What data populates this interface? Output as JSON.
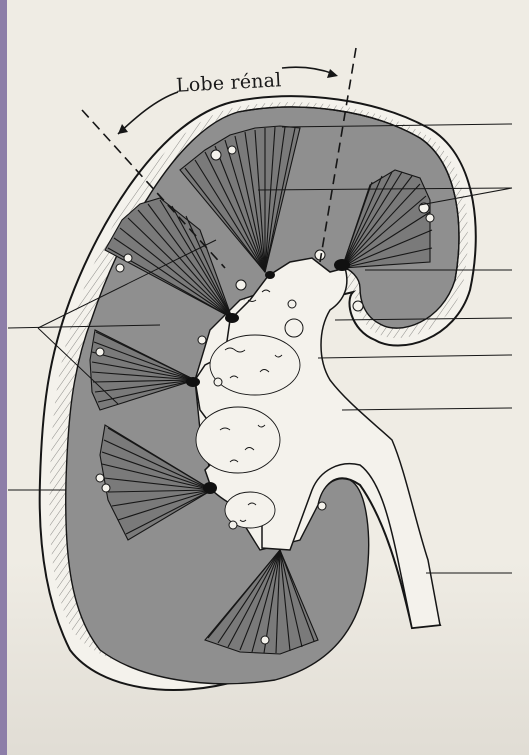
{
  "diagram": {
    "label": "Lobe rénal",
    "colors": {
      "background": "#efece4",
      "cortex": "#8f8f8f",
      "capsule": "#f4f2ec",
      "sinus": "#f4f2ec",
      "ink": "#161616",
      "frame_strip": "#8d7ea8"
    },
    "icons": [
      "kidney-section",
      "medullary-pyramid",
      "renal-calyx",
      "ureter",
      "arrow"
    ]
  }
}
